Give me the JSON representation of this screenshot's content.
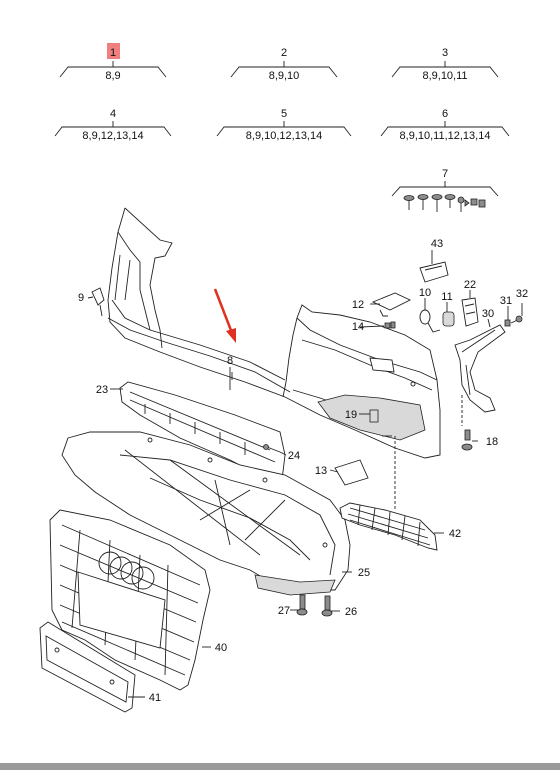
{
  "highlight_color": "#f08080",
  "arrow_color": "#e03020",
  "variants": [
    {
      "id": "1",
      "parts": "8,9",
      "highlighted": true
    },
    {
      "id": "2",
      "parts": "8,9,10"
    },
    {
      "id": "3",
      "parts": "8,9,10,11"
    },
    {
      "id": "4",
      "parts": "8,9,12,13,14"
    },
    {
      "id": "5",
      "parts": "8,9,10,12,13,14"
    },
    {
      "id": "6",
      "parts": "8,9,10,11,12,13,14"
    },
    {
      "id": "7",
      "parts": ""
    }
  ],
  "callouts": {
    "c8": "8",
    "c9": "9",
    "c10": "10",
    "c11": "11",
    "c12": "12",
    "c13": "13",
    "c14": "14",
    "c18": "18",
    "c19": "19",
    "c22": "22",
    "c23": "23",
    "c24": "24",
    "c25": "25",
    "c26": "26",
    "c27": "27",
    "c30": "30",
    "c31": "31",
    "c32": "32",
    "c40": "40",
    "c41": "41",
    "c42": "42",
    "c43": "43"
  }
}
